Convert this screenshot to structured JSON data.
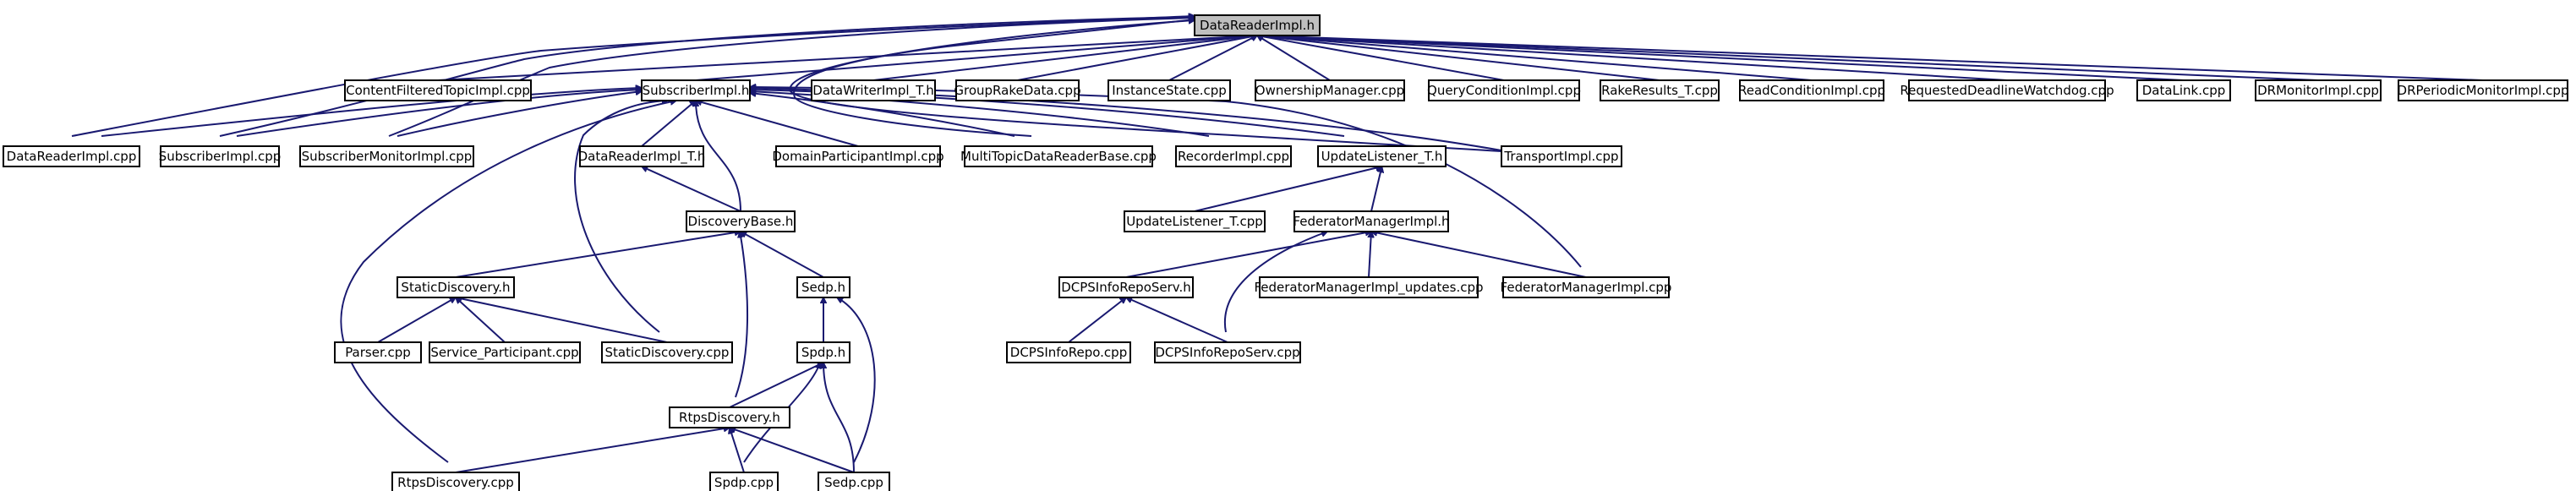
{
  "graph": {
    "nodes": [
      {
        "id": "root",
        "label": "DataReaderImpl.h",
        "highlight": true
      },
      {
        "id": "cft",
        "label": "ContentFilteredTopicImpl.cpp"
      },
      {
        "id": "subh",
        "label": "SubscriberImpl.h"
      },
      {
        "id": "dwt",
        "label": "DataWriterImpl_T.h"
      },
      {
        "id": "grd",
        "label": "GroupRakeData.cpp"
      },
      {
        "id": "ist",
        "label": "InstanceState.cpp"
      },
      {
        "id": "own",
        "label": "OwnershipManager.cpp"
      },
      {
        "id": "qci",
        "label": "QueryConditionImpl.cpp"
      },
      {
        "id": "rrt",
        "label": "RakeResults_T.cpp"
      },
      {
        "id": "rci",
        "label": "ReadConditionImpl.cpp"
      },
      {
        "id": "rdw",
        "label": "RequestedDeadlineWatchdog.cpp"
      },
      {
        "id": "dlk",
        "label": "DataLink.cpp"
      },
      {
        "id": "drm",
        "label": "DRMonitorImpl.cpp"
      },
      {
        "id": "drp",
        "label": "DRPeriodicMonitorImpl.cpp"
      },
      {
        "id": "dri",
        "label": "DataReaderImpl.cpp"
      },
      {
        "id": "sbi",
        "label": "SubscriberImpl.cpp"
      },
      {
        "id": "smi",
        "label": "SubscriberMonitorImpl.cpp"
      },
      {
        "id": "drth",
        "label": "DataReaderImpl_T.h"
      },
      {
        "id": "dpi",
        "label": "DomainParticipantImpl.cpp"
      },
      {
        "id": "mtd",
        "label": "MultiTopicDataReaderBase.cpp"
      },
      {
        "id": "rec",
        "label": "RecorderImpl.cpp"
      },
      {
        "id": "ult",
        "label": "UpdateListener_T.h"
      },
      {
        "id": "tpi",
        "label": "TransportImpl.cpp"
      },
      {
        "id": "dbh",
        "label": "DiscoveryBase.h"
      },
      {
        "id": "ultc",
        "label": "UpdateListener_T.cpp"
      },
      {
        "id": "fmh",
        "label": "FederatorManagerImpl.h"
      },
      {
        "id": "sdh",
        "label": "StaticDiscovery.h"
      },
      {
        "id": "sedph",
        "label": "Sedp.h"
      },
      {
        "id": "dcsh",
        "label": "DCPSInfoRepoServ.h"
      },
      {
        "id": "fmu",
        "label": "FederatorManagerImpl_updates.cpp"
      },
      {
        "id": "fmc",
        "label": "FederatorManagerImpl.cpp"
      },
      {
        "id": "par",
        "label": "Parser.cpp"
      },
      {
        "id": "svp",
        "label": "Service_Participant.cpp"
      },
      {
        "id": "sdc",
        "label": "StaticDiscovery.cpp"
      },
      {
        "id": "spdph",
        "label": "Spdp.h"
      },
      {
        "id": "dcr",
        "label": "DCPSInfoRepo.cpp"
      },
      {
        "id": "dcsc",
        "label": "DCPSInfoRepoServ.cpp"
      },
      {
        "id": "rtph",
        "label": "RtpsDiscovery.h"
      },
      {
        "id": "rtpc",
        "label": "RtpsDiscovery.cpp"
      },
      {
        "id": "spdpc",
        "label": "Spdp.cpp"
      },
      {
        "id": "sedpc",
        "label": "Sedp.cpp"
      }
    ],
    "edges": [
      [
        "cft",
        "root"
      ],
      [
        "subh",
        "root"
      ],
      [
        "dwt",
        "root"
      ],
      [
        "grd",
        "root"
      ],
      [
        "ist",
        "root"
      ],
      [
        "own",
        "root"
      ],
      [
        "qci",
        "root"
      ],
      [
        "rrt",
        "root"
      ],
      [
        "rci",
        "root"
      ],
      [
        "rdw",
        "root"
      ],
      [
        "dlk",
        "root"
      ],
      [
        "drm",
        "root"
      ],
      [
        "drp",
        "root"
      ],
      [
        "dri",
        "root"
      ],
      [
        "sbi",
        "root"
      ],
      [
        "smi",
        "root"
      ],
      [
        "mtd",
        "root"
      ],
      [
        "tpi",
        "root"
      ],
      [
        "dri",
        "subh"
      ],
      [
        "sbi",
        "subh"
      ],
      [
        "smi",
        "subh"
      ],
      [
        "drth",
        "subh"
      ],
      [
        "dpi",
        "subh"
      ],
      [
        "mtd",
        "subh"
      ],
      [
        "rec",
        "subh"
      ],
      [
        "ult",
        "subh"
      ],
      [
        "tpi",
        "subh"
      ],
      [
        "dbh",
        "subh"
      ],
      [
        "sdc",
        "subh"
      ],
      [
        "rtpc",
        "subh"
      ],
      [
        "fmc",
        "subh"
      ],
      [
        "dbh",
        "drth"
      ],
      [
        "ultc",
        "ult"
      ],
      [
        "fmh",
        "ult"
      ],
      [
        "sdh",
        "dbh"
      ],
      [
        "sedph",
        "dbh"
      ],
      [
        "rtph",
        "dbh"
      ],
      [
        "dcsh",
        "fmh"
      ],
      [
        "fmu",
        "fmh"
      ],
      [
        "fmc",
        "fmh"
      ],
      [
        "dcsc",
        "fmh"
      ],
      [
        "par",
        "sdh"
      ],
      [
        "svp",
        "sdh"
      ],
      [
        "sdc",
        "sdh"
      ],
      [
        "spdph",
        "sedph"
      ],
      [
        "sedpc",
        "sedph"
      ],
      [
        "dcr",
        "dcsh"
      ],
      [
        "dcsc",
        "dcsh"
      ],
      [
        "rtph",
        "spdph"
      ],
      [
        "spdpc",
        "spdph"
      ],
      [
        "sedpc",
        "spdph"
      ],
      [
        "rtpc",
        "rtph"
      ],
      [
        "spdpc",
        "rtph"
      ],
      [
        "sedpc",
        "rtph"
      ]
    ]
  }
}
